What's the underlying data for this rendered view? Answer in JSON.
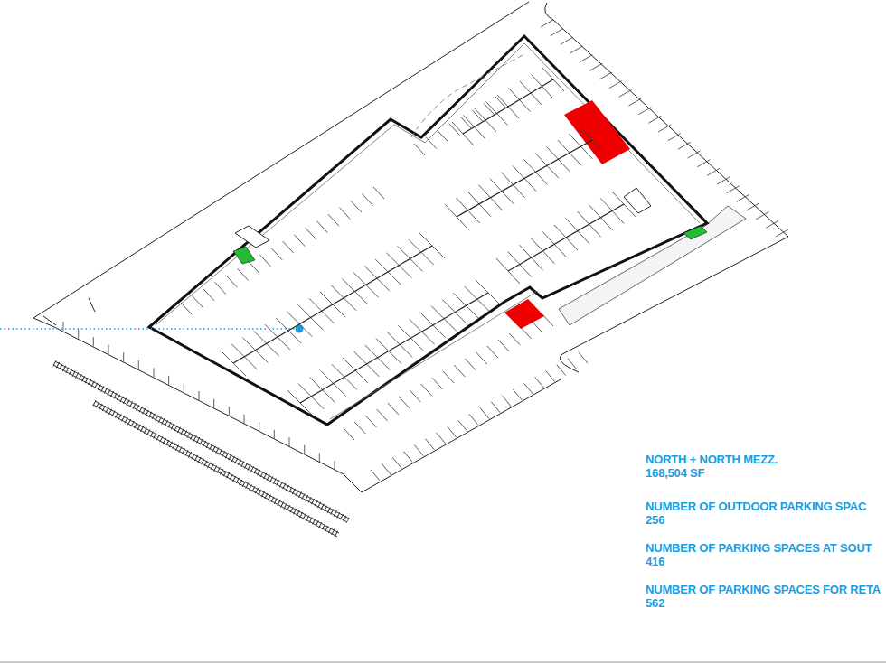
{
  "diagram": {
    "labels": [
      "NORTH + NORTH MEZZ.",
      "168,504 SF",
      "NUMBER OF OUTDOOR PARKING SPAC",
      "256",
      "NUMBER OF PARKING SPACES AT SOUT",
      "416",
      "NUMBER OF PARKING SPACES FOR RETA",
      "562"
    ]
  }
}
